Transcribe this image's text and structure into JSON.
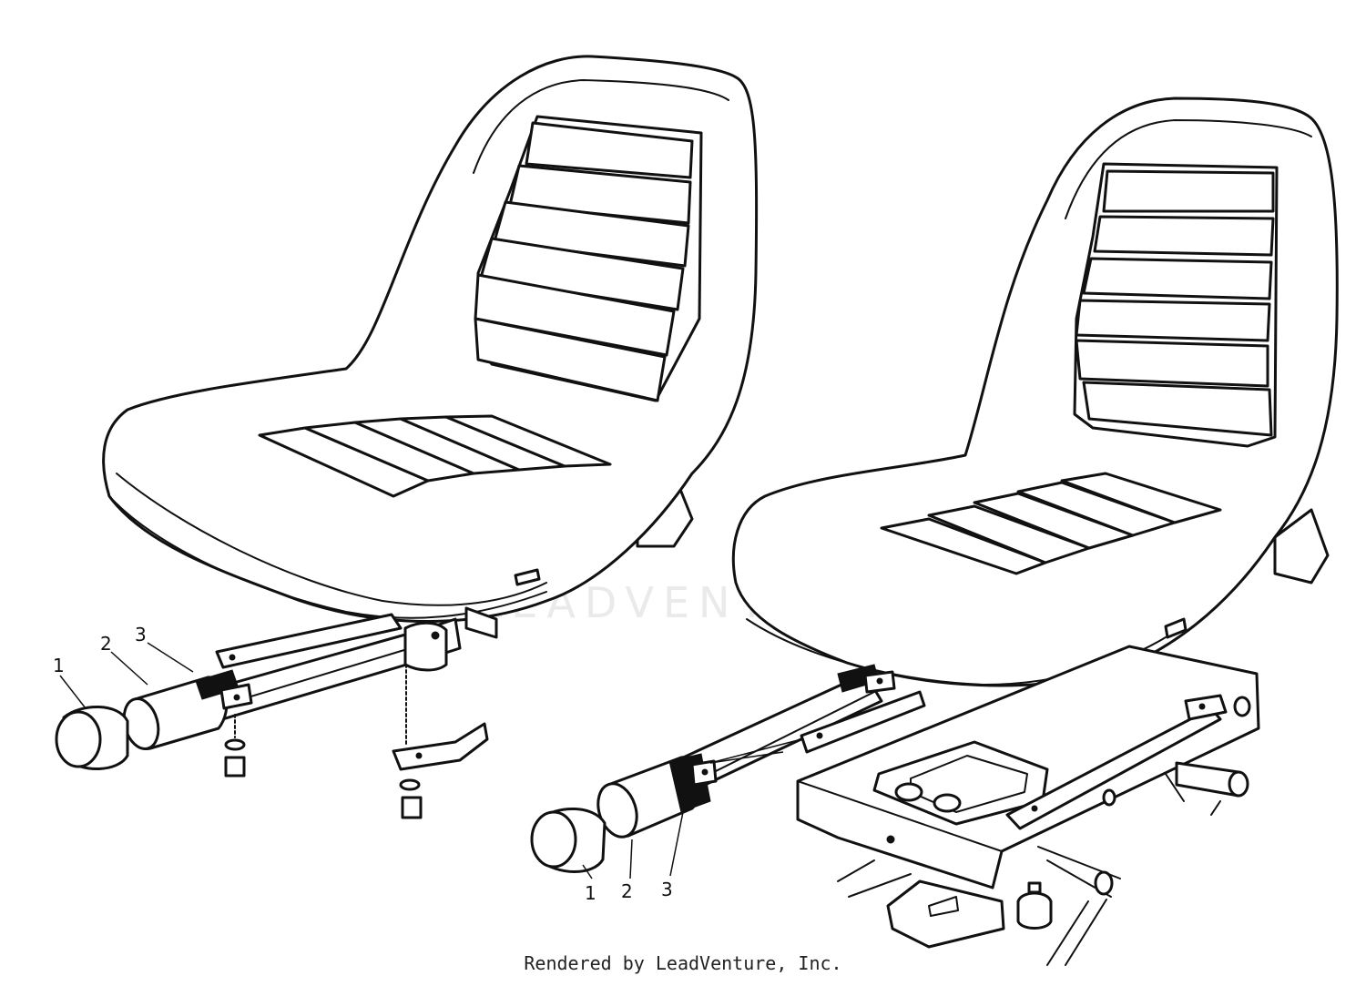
{
  "diagram": {
    "left_assembly": {
      "callouts": [
        {
          "id": "1",
          "label": "1"
        },
        {
          "id": "2",
          "label": "2"
        },
        {
          "id": "3",
          "label": "3"
        }
      ]
    },
    "right_assembly": {
      "callouts": [
        {
          "id": "1",
          "label": "1"
        },
        {
          "id": "2",
          "label": "2"
        },
        {
          "id": "3",
          "label": "3"
        }
      ]
    },
    "watermark": "LEADVENTURE"
  },
  "footer": {
    "credit": "Rendered by LeadVenture, Inc."
  }
}
